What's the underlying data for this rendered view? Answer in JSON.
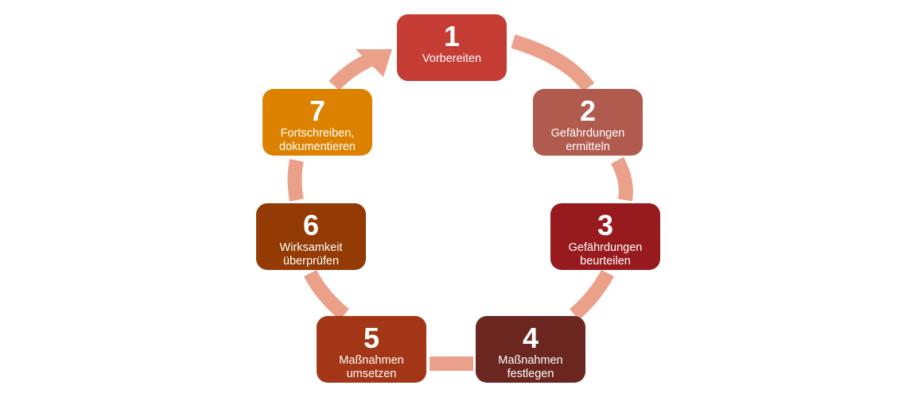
{
  "colors": {
    "arrow": "#eba08a",
    "step_1": "#c43c33",
    "step_2": "#b15a4e",
    "step_3": "#971a1e",
    "step_4": "#6b2620",
    "step_5": "#a33616",
    "step_6": "#933a05",
    "step_7": "#dc8200"
  },
  "steps": [
    {
      "number": "1",
      "line1": "Vorbereiten",
      "line2": ""
    },
    {
      "number": "2",
      "line1": "Gefährdungen",
      "line2": "ermitteln"
    },
    {
      "number": "3",
      "line1": "Gefährdungen",
      "line2": "beurteilen"
    },
    {
      "number": "4",
      "line1": "Maßnahmen",
      "line2": "festlegen"
    },
    {
      "number": "5",
      "line1": "Maßnahmen",
      "line2": "umsetzen"
    },
    {
      "number": "6",
      "line1": "Wirksamkeit",
      "line2": "überprüfen"
    },
    {
      "number": "7",
      "line1": "Fortschreiben,",
      "line2": "dokumentieren"
    }
  ]
}
